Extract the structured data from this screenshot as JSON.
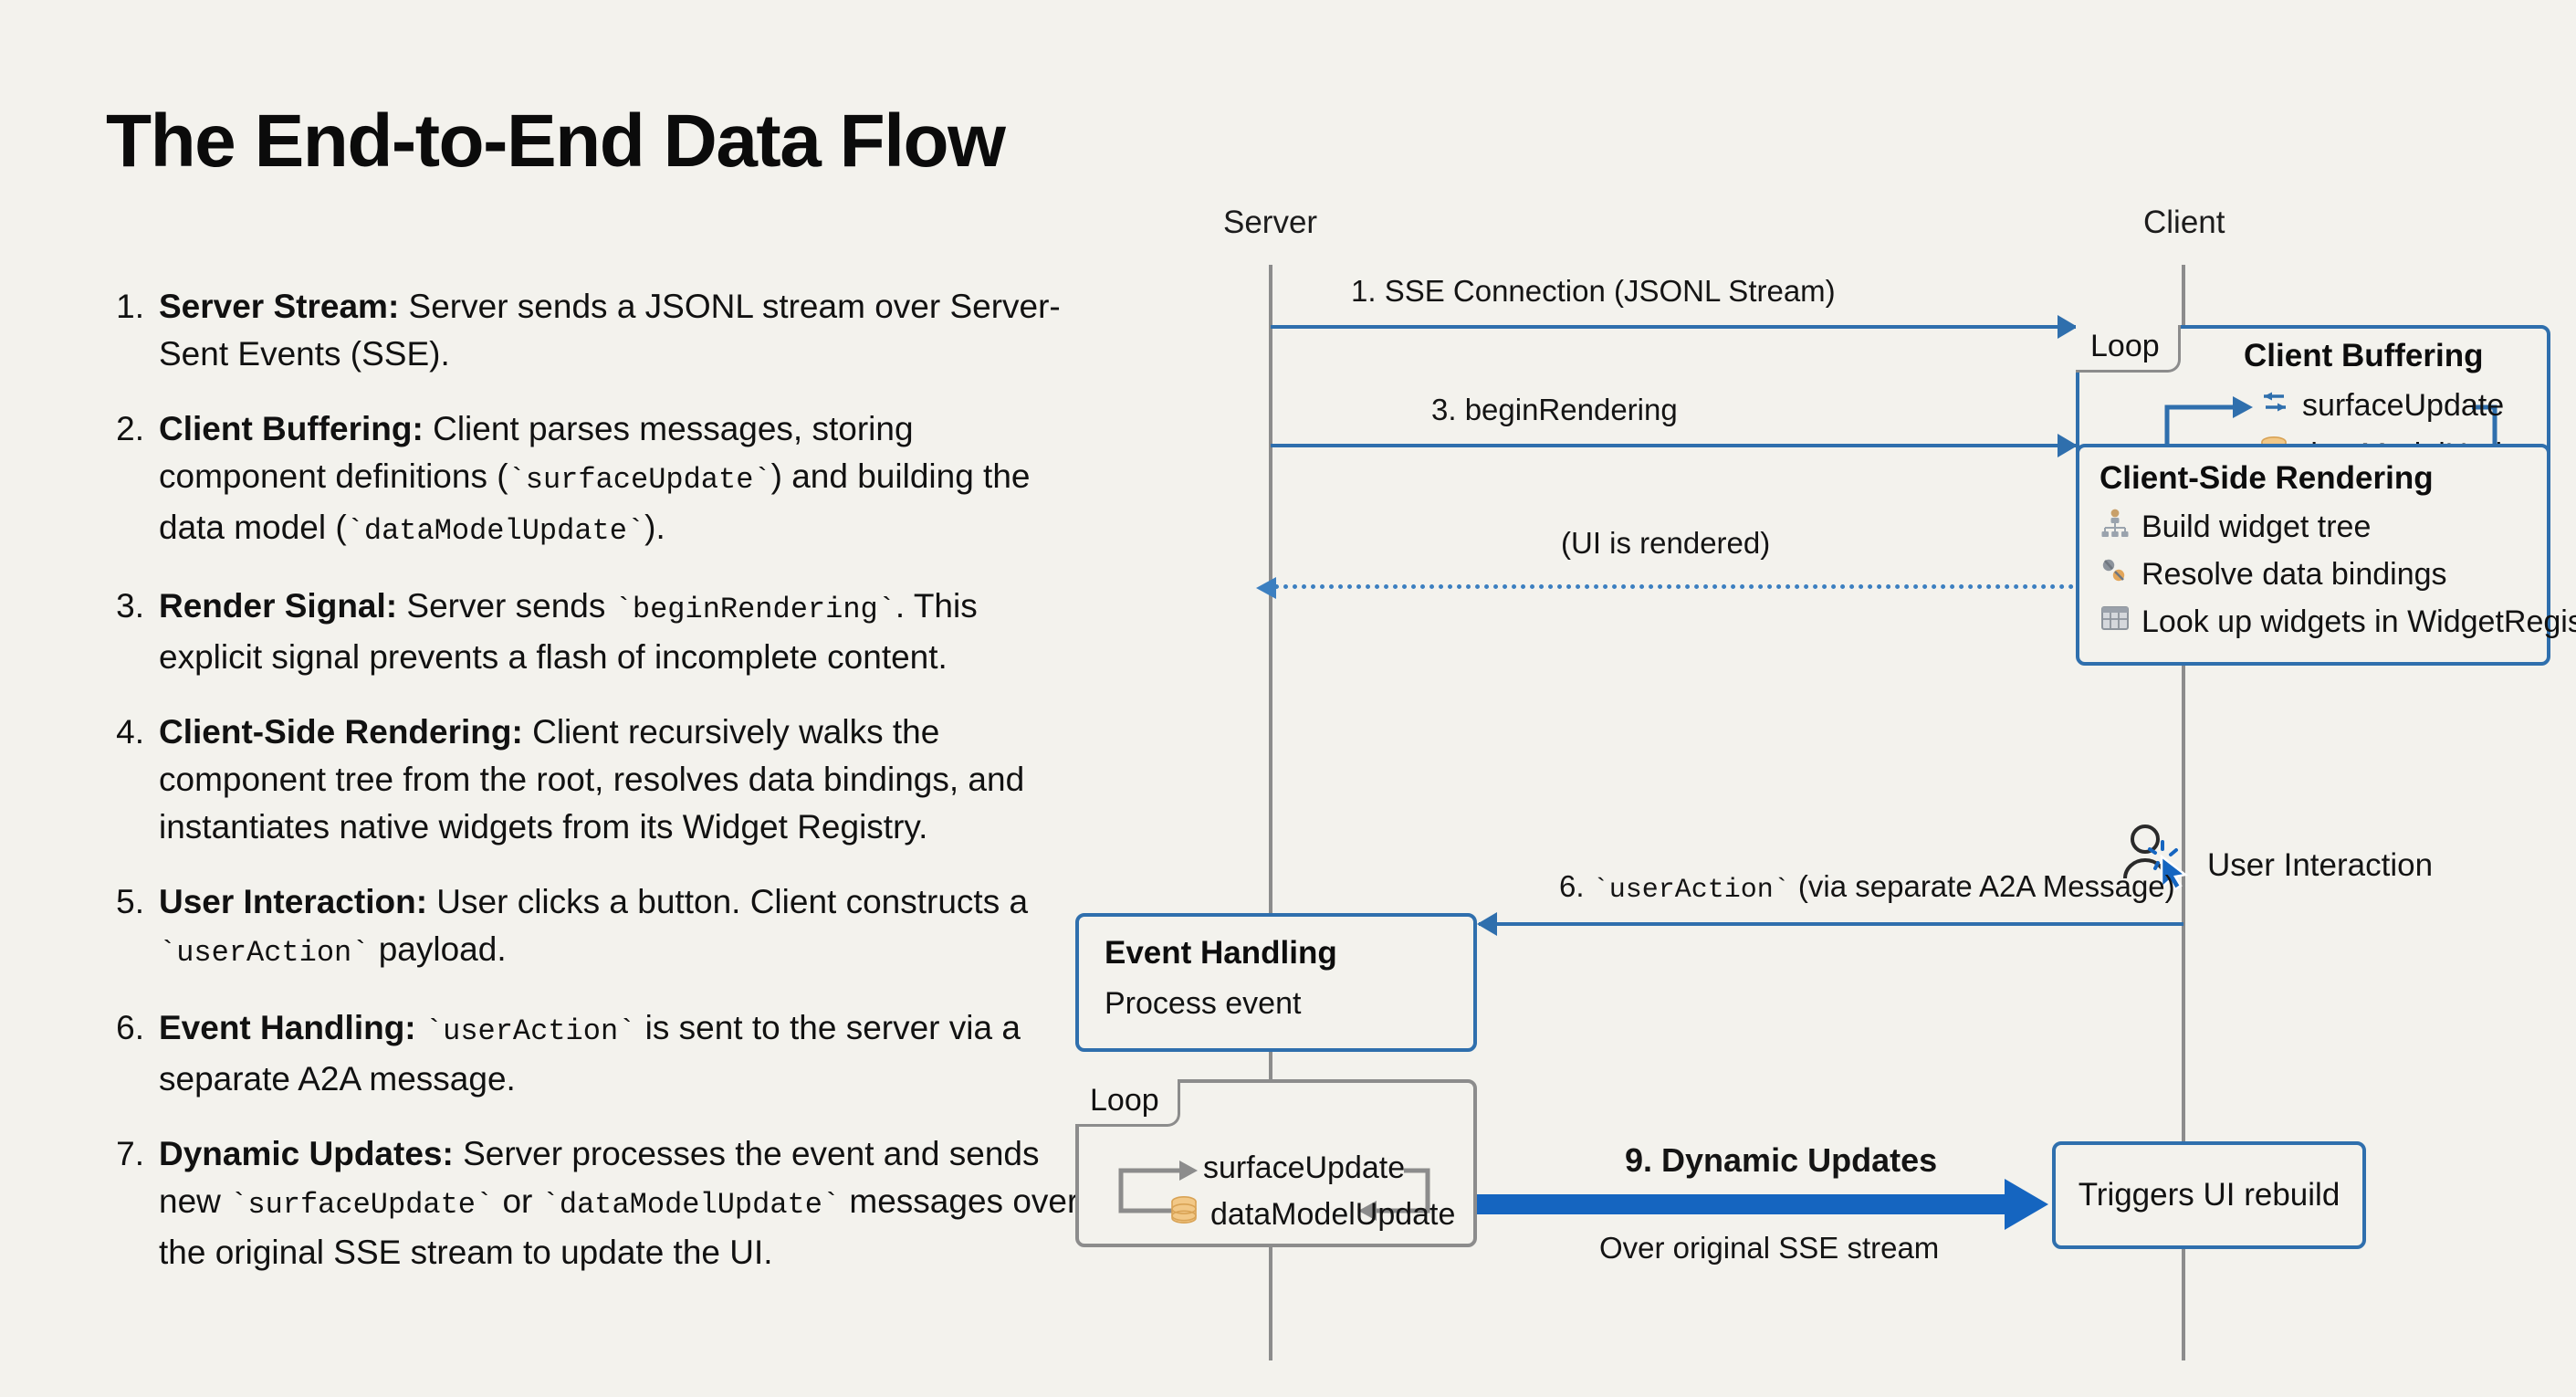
{
  "title": "The End-to-End Data Flow",
  "theme": {
    "background": "#f3f2ed",
    "accent_blue": "#2f6fad",
    "strong_blue": "#1565c0",
    "lifeline_gray": "#8c8c8c",
    "db_gold": "#e6b56a",
    "text": "#111111"
  },
  "steps": [
    {
      "num": "1.",
      "lead": "Server Stream:",
      "text": " Server sends a JSONL stream over Server-Sent Events (SSE)."
    },
    {
      "num": "2.",
      "lead": "Client Buffering:",
      "text": " Client parses messages, storing component definitions (`surfaceUpdate`) and building the data model (`dataModelUpdate`)."
    },
    {
      "num": "3.",
      "lead": "Render Signal:",
      "text": " Server sends `beginRendering`. This explicit signal prevents a flash of incomplete content."
    },
    {
      "num": "4.",
      "lead": "Client-Side Rendering:",
      "text": " Client recursively walks the component tree from the root, resolves data bindings, and instantiates native widgets from its Widget Registry."
    },
    {
      "num": "5.",
      "lead": "User Interaction:",
      "text": " User clicks a button. Client constructs a `userAction` payload."
    },
    {
      "num": "6.",
      "lead": "Event Handling:",
      "text": " `userAction` is sent to the server via a separate A2A message."
    },
    {
      "num": "7.",
      "lead": "Dynamic Updates:",
      "text": " Server processes the event and sends new `surfaceUpdate` or `dataModelUpdate` messages over the original SSE stream to update the UI."
    }
  ],
  "diagram": {
    "lifelines": {
      "server": "Server",
      "client": "Client"
    },
    "messages": {
      "m1": "1. SSE Connection (JSONL Stream)",
      "m3": "3. beginRendering",
      "m_rendered": "(UI is rendered)",
      "m6_prefix": "6. ",
      "m6_code": "`userAction`",
      "m6_suffix": " (via separate A2A Message)",
      "m9_title": "9. Dynamic Updates",
      "m9_sub": "Over original SSE stream"
    },
    "client_buffering": {
      "loop": "Loop",
      "title": "Client Buffering",
      "item_surface": "surfaceUpdate",
      "item_datamodel": "dataModelUpdate"
    },
    "client_rendering": {
      "title": "Client-Side Rendering",
      "items": [
        "Build widget tree",
        "Resolve data bindings",
        "Look up widgets in WidgetRegistry"
      ]
    },
    "user_interaction": {
      "label": "User Interaction"
    },
    "event_handling": {
      "title": "Event Handling",
      "subtitle": "Process event"
    },
    "server_loop": {
      "loop": "Loop",
      "item_surface": "surfaceUpdate",
      "item_datamodel": "dataModelUpdate"
    },
    "triggers_box": {
      "label": "Triggers UI rebuild"
    }
  }
}
